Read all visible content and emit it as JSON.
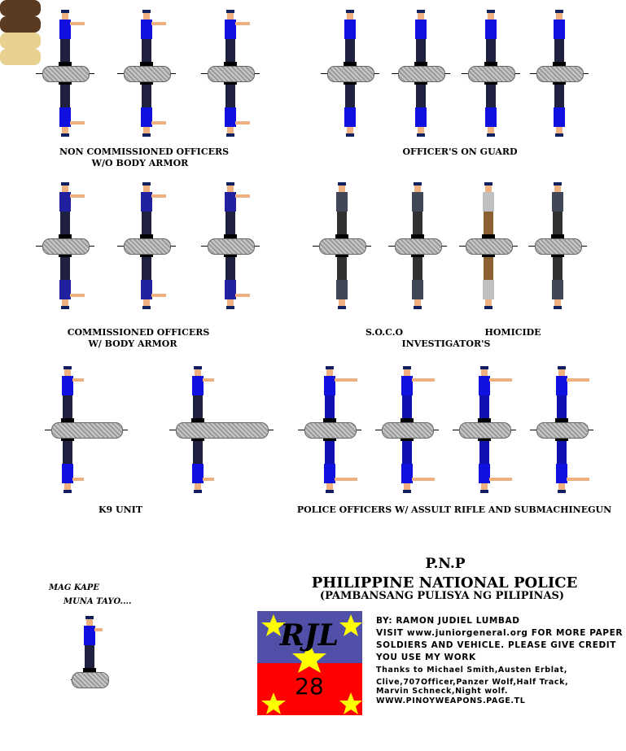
{
  "sections": {
    "nco": {
      "line1": "NON COMMISSIONED OFFICERS",
      "line2": "W/O BODY ARMOR"
    },
    "guard": {
      "line1": "OFFICER'S ON GUARD"
    },
    "co": {
      "line1": "COMMISSIONED OFFICERS",
      "line2": "W/ BODY ARMOR"
    },
    "soco": {
      "left": "S.O.C.O",
      "right": "HOMICIDE",
      "line2": "INVESTIGATOR'S"
    },
    "k9": {
      "line1": "K9 UNIT"
    },
    "rifle": {
      "line1": "POLICE OFFICERS W/ ASSULT RIFLE AND SUBMACHINEGUN"
    }
  },
  "caption": {
    "line1": "MAG KAPE",
    "line2": "MUNA TAYO...."
  },
  "header": {
    "abbr": "P.N.P",
    "title": "PHILIPPINE NATIONAL POLICE",
    "subtitle": "(PAMBANSANG PULISYA NG PILIPINAS)"
  },
  "logo": {
    "letters": "RJL",
    "number": "28",
    "colors": {
      "blue": "#5050a8",
      "red": "#ff0000",
      "star": "#ffff00"
    }
  },
  "credits": [
    "BY: RAMON JUDIEL LUMBAD",
    "VISIT www.juniorgeneral.org FOR MORE PAPER",
    "SOLDIERS AND VEHICLE. PLEASE GIVE CREDIT",
    "YOU USE MY WORK",
    "Thanks to Michael Smith,Austen Erblat,",
    "Clive,707Officer,Panzer Wolf,Half Track,",
    "Marvin Schneck,Night wolf.",
    "WWW.PINOYWEAPONS.PAGE.TL"
  ],
  "colors": {
    "uniform": "#1010e0",
    "trousers": "#202040",
    "skin": "#f0b080",
    "soco_jacket": "#404858",
    "dog_dark": "#5a3a20",
    "dog_light": "#e8d090"
  }
}
